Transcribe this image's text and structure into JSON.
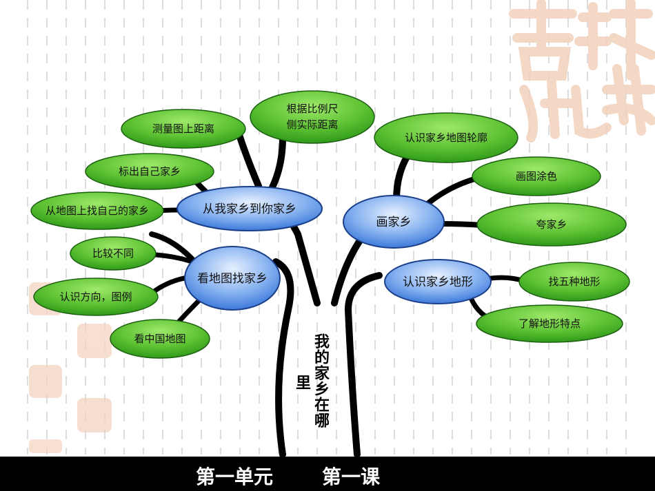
{
  "theme": {
    "leaf_fill_light": "#9ee86a",
    "leaf_fill_dark": "#2f9a1a",
    "hub_fill_light": "#e6f0ff",
    "hub_fill_dark": "#2f6fd6",
    "branch_color": "#000000",
    "watermark_color": "#f3d2bd",
    "footer_bg": "#000000"
  },
  "trunk": {
    "title_main": "我的家乡在哪",
    "title_tail": "里"
  },
  "hubs": {
    "h1": "从我家乡到你家乡",
    "h2": "看地图找家乡",
    "h3": "画家乡",
    "h4": "认识家乡地形"
  },
  "leaves": {
    "l1": "测量图上距离",
    "l2_line1": "根据比例尺",
    "l2_line2": "侧实际距离",
    "l3": "标出自己家乡",
    "l4": "从地图上找自己的家乡",
    "l5": "比较不同",
    "l6": "认识方向，图例",
    "l7": "看中国地图",
    "l8": "认识家乡地图轮廓",
    "l9": "画图涂色",
    "l10": "夸家乡",
    "l11": "找五种地形",
    "l12": "了解地形特点"
  },
  "footer": {
    "unit": "第一单元",
    "lesson": "第一课"
  }
}
